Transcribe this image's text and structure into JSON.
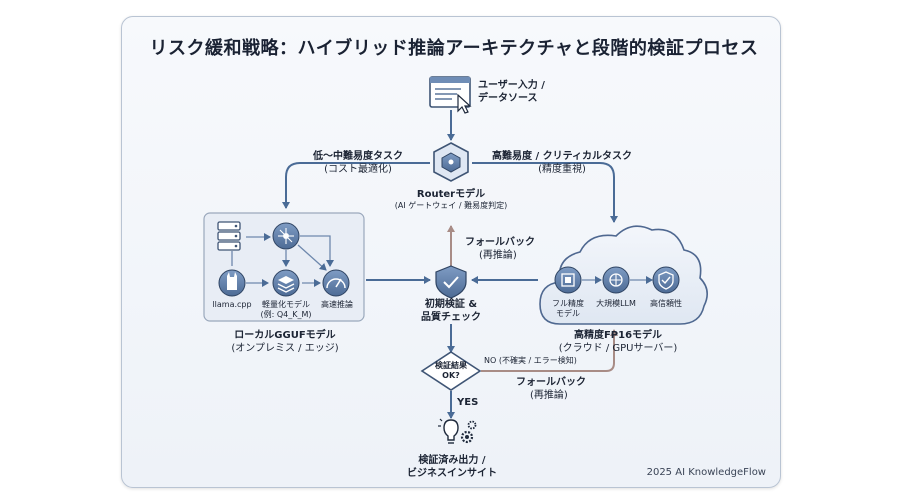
{
  "title": "リスク緩和戦略：ハイブリッド推論アーキテクチャと段階的検証プロセス",
  "input": {
    "line1": "ユーザー入力 /",
    "line2": "データソース"
  },
  "router": {
    "line1": "Routerモデル",
    "line2": "(AI ゲートウェイ / 難易度判定)"
  },
  "left_route": {
    "line1": "低〜中難易度タスク",
    "line2": "(コスト最適化)"
  },
  "right_route": {
    "line1": "高難易度 / クリティカルタスク",
    "line2": "(精度重視)"
  },
  "fallback_top": {
    "line1": "フォールバック",
    "line2": "(再推論)"
  },
  "local": {
    "llama": "llama.cpp",
    "quant_line1": "軽量化モデル",
    "quant_line2": "(例: Q4_K_M)",
    "fast": "高速推論",
    "label_line1": "ローカルGGUFモデル",
    "label_line2": "(オンプレミス / エッジ)"
  },
  "cloud": {
    "full_line1": "フル精度",
    "full_line2": "モデル",
    "llm": "大規模LLM",
    "reliable": "高信頼性",
    "label_line1": "高精度FP16モデル",
    "label_line2": "(クラウド / GPUサーバー)"
  },
  "verify": {
    "line1": "初期検証 &",
    "line2": "品質チェック"
  },
  "decision": {
    "line1": "検証結果",
    "line2": "OK?"
  },
  "no_branch": "NO (不確実 / エラー検知)",
  "fallback_bottom": {
    "line1": "フォールバック",
    "line2": "(再推論)"
  },
  "yes_branch": "YES",
  "output": {
    "line1": "検証済み出力 /",
    "line2": "ビジネスインサイト"
  },
  "footer": "2025 AI KnowledgeFlow",
  "colors": {
    "accent": "#4a6b96",
    "fallback": "#a88c86",
    "stroke": "#3f5575"
  }
}
